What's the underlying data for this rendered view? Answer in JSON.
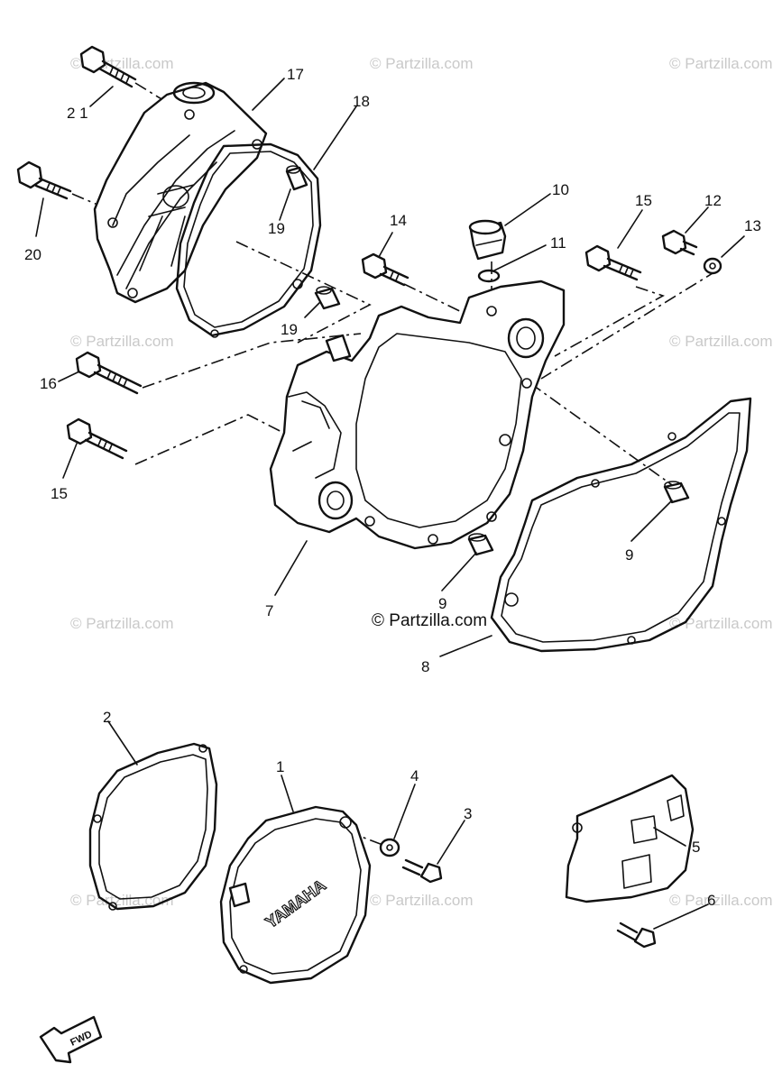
{
  "watermark": "© Partzilla.com",
  "logo_text": "YAMAHA",
  "fwd_label": "FWD",
  "callouts": {
    "c21": "2 1",
    "c17": "17",
    "c18": "18",
    "c20": "20",
    "c19a": "19",
    "c19b": "19",
    "c14": "14",
    "c10": "10",
    "c11": "11",
    "c15a": "15",
    "c12": "12",
    "c13": "13",
    "c16": "16",
    "c15b": "15",
    "c7": "7",
    "c9a": "9",
    "c9b": "9",
    "c8": "8",
    "c2": "2",
    "c1": "1",
    "c4": "4",
    "c3": "3",
    "c5": "5",
    "c6": "6"
  }
}
